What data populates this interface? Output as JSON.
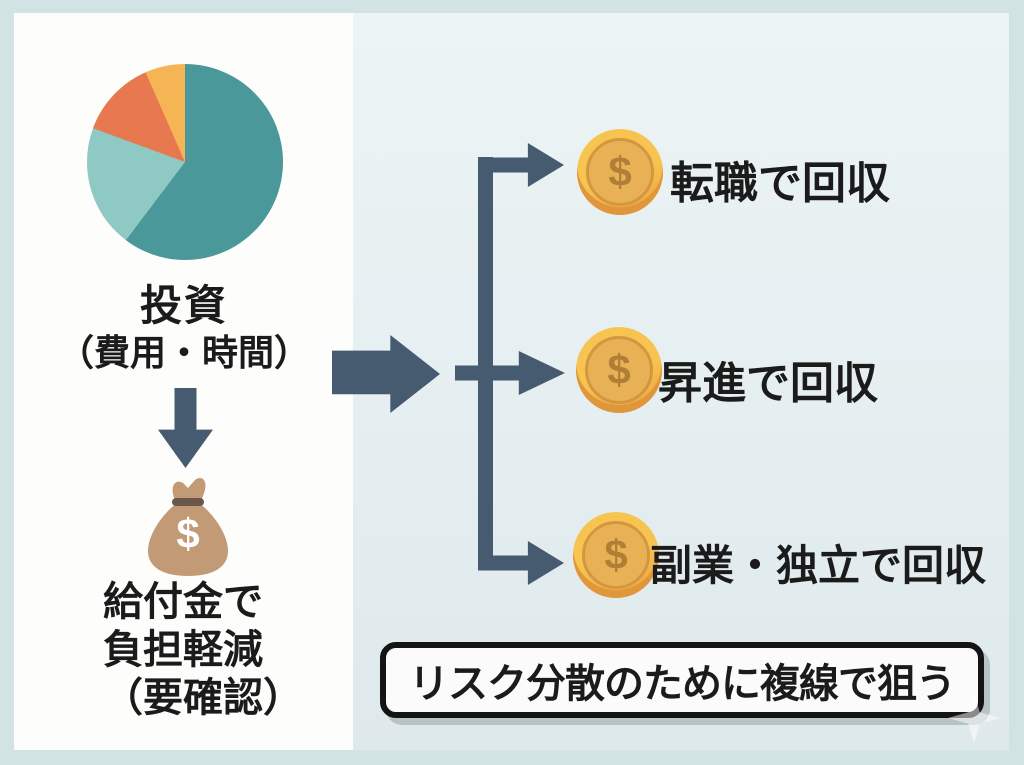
{
  "left_panel": {
    "title_line1": "投資",
    "title_line2": "（費用・時間）",
    "bag_symbol": "$",
    "caption_line1": "給付金で",
    "caption_line2": "負担軽減",
    "caption_line3": "（要確認）"
  },
  "right_panel": {
    "branches": [
      {
        "symbol": "$",
        "label": "転職で回収"
      },
      {
        "symbol": "$",
        "label": "昇進で回収"
      },
      {
        "symbol": "$",
        "label": "副業・独立で回収"
      }
    ],
    "footer_note": "リスク分散のために複線で狙う"
  },
  "chart_data": {
    "type": "pie",
    "title": "投資（費用・時間）",
    "labels_shown": false,
    "legend": false,
    "start_angle_deg": 0,
    "direction": "clockwise",
    "segments": [
      {
        "color": "#4a9899",
        "percent": 60.3
      },
      {
        "color": "#8fc9c4",
        "percent": 20.3
      },
      {
        "color": "#e87850",
        "percent": 12.8
      },
      {
        "color": "#f5b554",
        "percent": 6.6
      }
    ]
  },
  "colors": {
    "outer_background": "#d2e3e4",
    "left_panel_bg": "#fdfdfb",
    "right_panel_bg": "#e4eef0",
    "arrow": "#465a70",
    "text": "#1b1b1b",
    "coin_gold": "#f7c452",
    "coin_symbol": "#b07f36",
    "bag_tan": "#c39a76",
    "bag_band": "#6a564a",
    "note_border": "#141414"
  }
}
